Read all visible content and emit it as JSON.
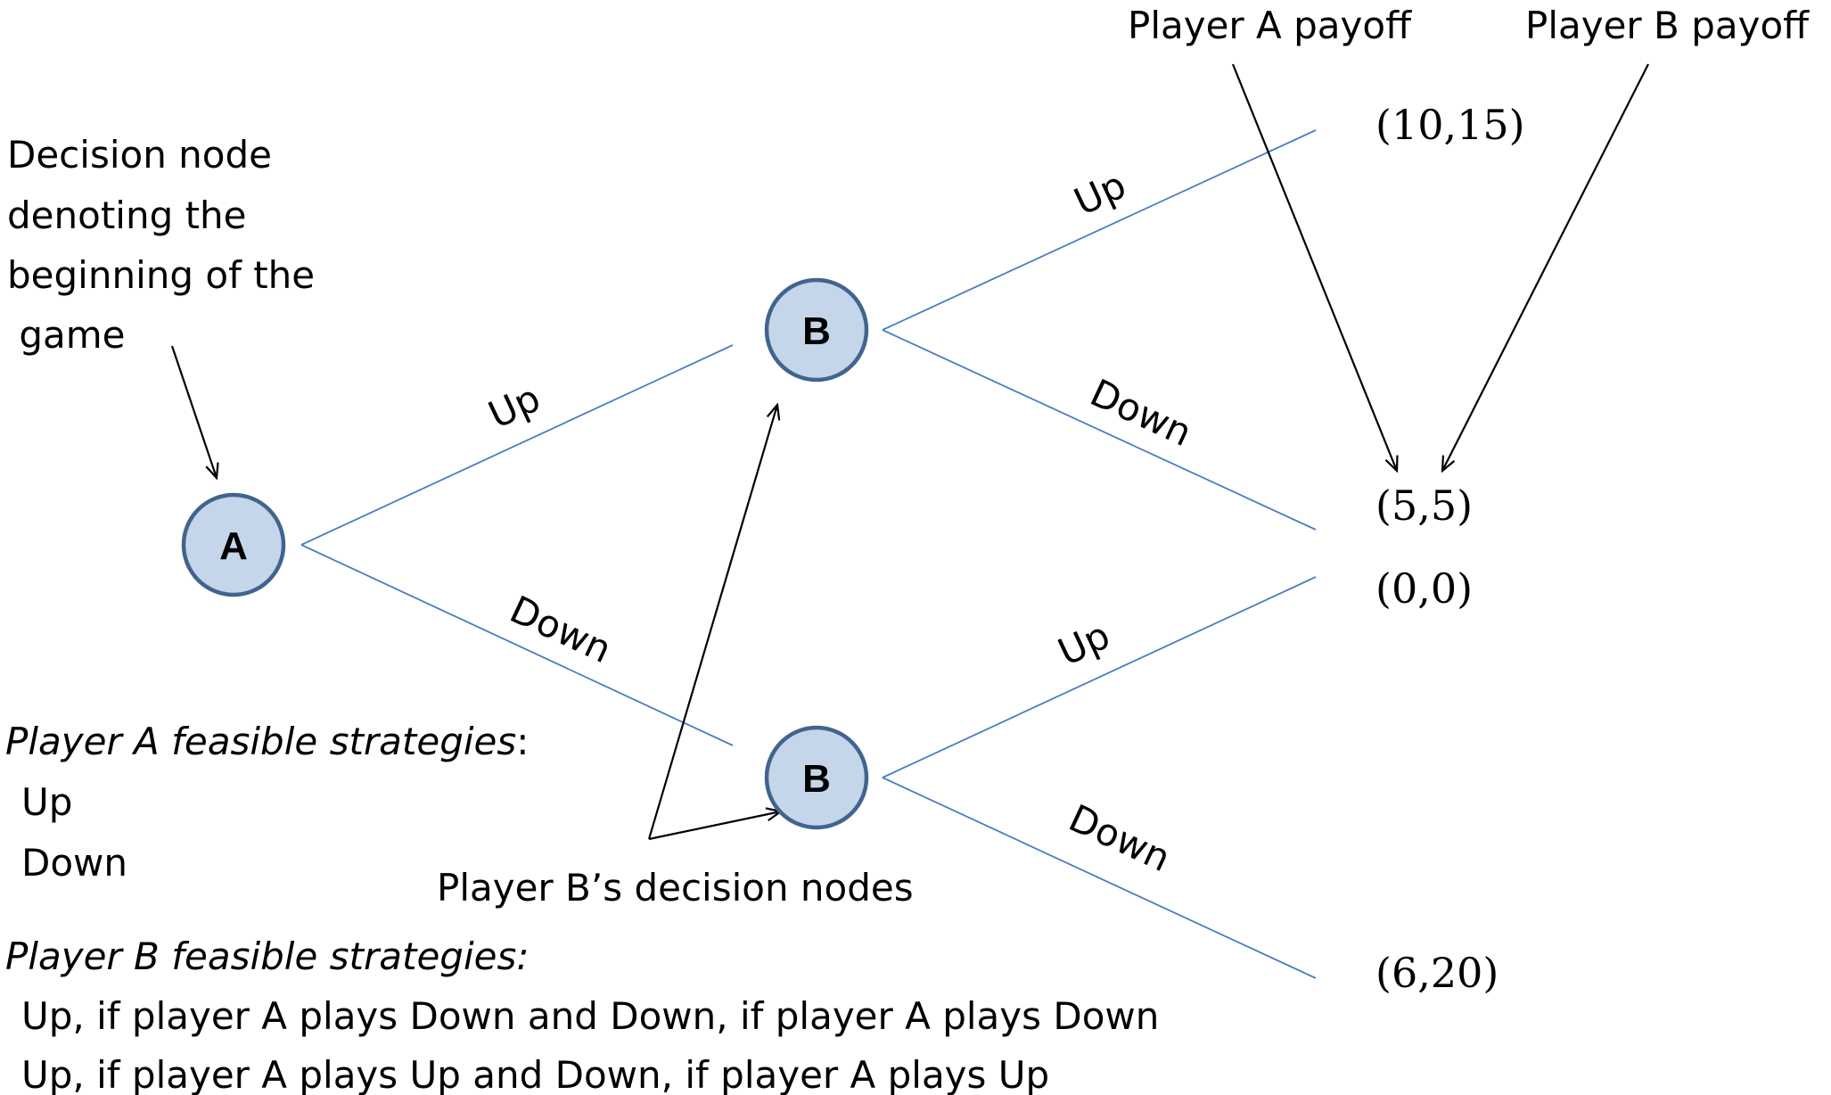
{
  "nodes": {
    "root": "A",
    "upper": "B",
    "lower": "B"
  },
  "branches": {
    "a_up": "Up",
    "a_down": "Down",
    "b_upper_up": "Up",
    "b_upper_down": "Down",
    "b_lower_up": "Up",
    "b_lower_down": "Down"
  },
  "payoffs": {
    "up_up": "(10,15)",
    "up_down": "(5,5)",
    "down_up": "(0,0)",
    "down_down": "(6,20)"
  },
  "annotations": {
    "player_a_payoff": "Player A payoff",
    "player_b_payoff": "Player B payoff",
    "root_note": [
      "Decision node",
      "denoting the",
      "beginning of the",
      " game"
    ],
    "b_nodes_note": "Player B’s decision nodes"
  },
  "strategies": {
    "player_a_heading": "Player A feasible strategies",
    "player_a_colon": ":",
    "player_a_items": [
      "Up",
      "Down"
    ],
    "player_b_heading": "Player B feasible strategies:",
    "player_b_items": [
      "Up, if player A plays Down and Down, if player A plays Down",
      "Up, if player A plays Up and Down, if player A plays Up"
    ]
  },
  "colors": {
    "edge": "#4a7fc1",
    "node_fill": "#c6d6ea",
    "node_stroke": "#41648f"
  }
}
